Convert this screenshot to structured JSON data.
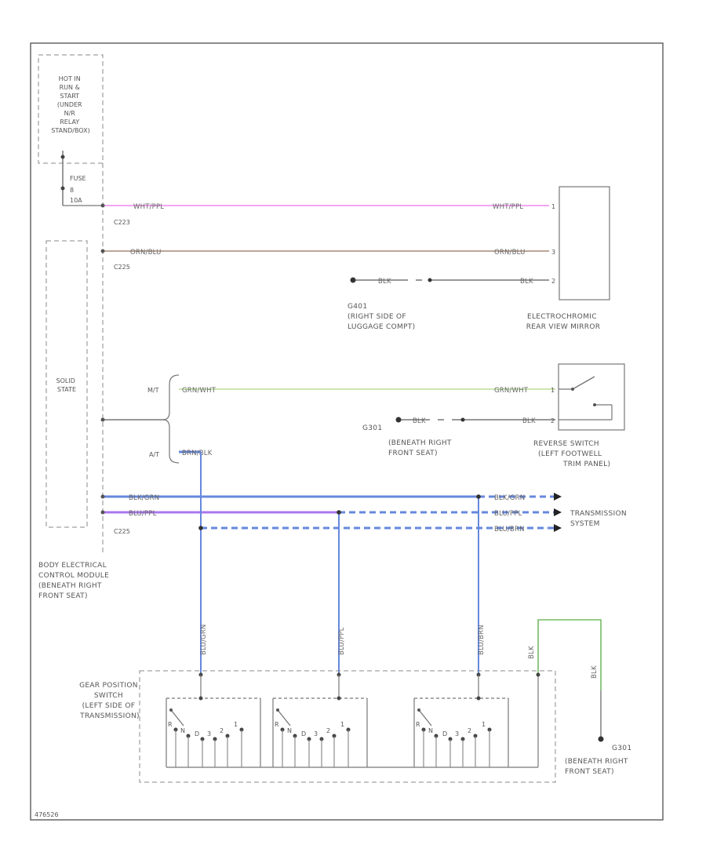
{
  "fuse_box_label": [
    "HOT IN",
    "RUN &",
    "START",
    "(UNDER",
    "N/R",
    "RELAY",
    "STAND/BOX)"
  ],
  "fuse_label": [
    "FUSE",
    "8",
    "10A"
  ],
  "solid_state": [
    "SOLID",
    "STATE"
  ],
  "bcm_label": [
    "BODY ELECTRICAL",
    "CONTROL MODULE",
    "(BENEATH RIGHT",
    "FRONT SEAT)"
  ],
  "connectors": {
    "c1": "C223",
    "c2": "C225",
    "c3": "C225"
  },
  "mirror": {
    "label": [
      "ELECTROCHROMIC",
      "REAR VIEW MIRROR"
    ],
    "wire1": "WHT/PPL",
    "wire2": "ORN/BLU",
    "wire3": "BLK",
    "ground_wire": "BLK",
    "ground_label": [
      "G401",
      "(RIGHT SIDE OF",
      "LUGGAGE COMPT)"
    ]
  },
  "reverse": {
    "mt": "M/T",
    "at": "A/T",
    "wire_mt": "GRN/WHT",
    "wire_at": "BRN/BLK",
    "wire_ground": "BLK",
    "ground_id": "G301",
    "ground_label": [
      "(BENEATH RIGHT",
      "FRONT SEAT)"
    ],
    "switch_label": [
      "REVERSE SWITCH",
      "(LEFT FOOTWELL",
      "TRIM PANEL)"
    ]
  },
  "trans_wires": [
    "BLK/GRN",
    "BLU/PPL",
    "BLU/BRN"
  ],
  "trans_label": [
    "TRANSMISSION",
    "SYSTEM"
  ],
  "vertical_wires": [
    "BLU/GRN",
    "BLU/PPL",
    "BLU/BRN",
    "BLK"
  ],
  "gear_switch_label": [
    "GEAR POSITION",
    "SWITCH",
    "(LEFT SIDE OF",
    "TRANSMISSION)"
  ],
  "gear_positions": [
    "R",
    "N",
    "D",
    "3",
    "2",
    "1"
  ],
  "ground2_id": "G301",
  "ground2_label": [
    "(BENEATH RIGHT",
    "FRONT SEAT)"
  ],
  "ground2_wire": "BLK",
  "diagram_id": "476526",
  "colors": {
    "frame": "#666666",
    "pink": "#ee88ee",
    "brown": "#aa8877",
    "gray": "#777777",
    "green": "#bbdd99",
    "blue": "#6688dd",
    "violet": "#aa77ee",
    "green2": "#77bb66"
  }
}
